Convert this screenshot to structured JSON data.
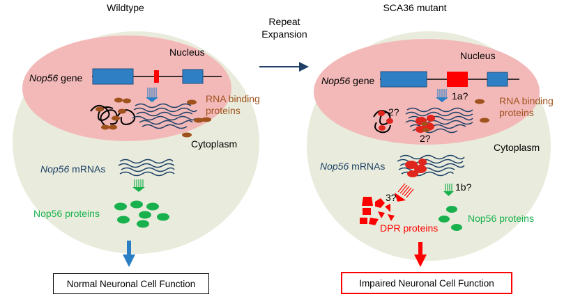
{
  "left": {
    "title": "Wildtype",
    "nucleus_label": "Nucleus",
    "gene_name": "Nop56",
    "gene_suffix": " gene",
    "rbp_line1": "RNA binding",
    "rbp_line2": "proteins",
    "cytoplasm_label": "Cytoplasm",
    "mrna_name": "Nop56",
    "mrna_suffix": " mRNAs",
    "proteins_label": "Nop56 proteins",
    "result_label": "Normal Neuronal Cell Function"
  },
  "middle": {
    "line1": "Repeat",
    "line2": "Expansion"
  },
  "right": {
    "title": "SCA36 mutant",
    "nucleus_label": "Nucleus",
    "gene_name": "Nop56",
    "gene_suffix": " gene",
    "step_1a": "1a?",
    "step_2_top": "2?",
    "step_2_bottom": "2?",
    "rbp_line1": "RNA binding",
    "rbp_line2": "proteins",
    "cytoplasm_label": "Cytoplasm",
    "mrna_name": "Nop56",
    "mrna_suffix": " mRNAs",
    "step_3": "3?",
    "step_1b": "1b?",
    "dpr_label": "DPR proteins",
    "proteins_label": "Nop56 proteins",
    "result_label": "Impaired Neuronal Cell Function"
  },
  "colors": {
    "cell": "#e9ecdc",
    "nucleus": "#f3b9b9",
    "exon": "#2f7fc4",
    "repeat": "#ff0000",
    "rna": "#1c3f66",
    "rbp": "#a0521d",
    "nop56": "#18b14e",
    "dpr": "#ff0000",
    "arrow_blue": "#2a7fc4",
    "arrow_red": "#ff0000"
  }
}
